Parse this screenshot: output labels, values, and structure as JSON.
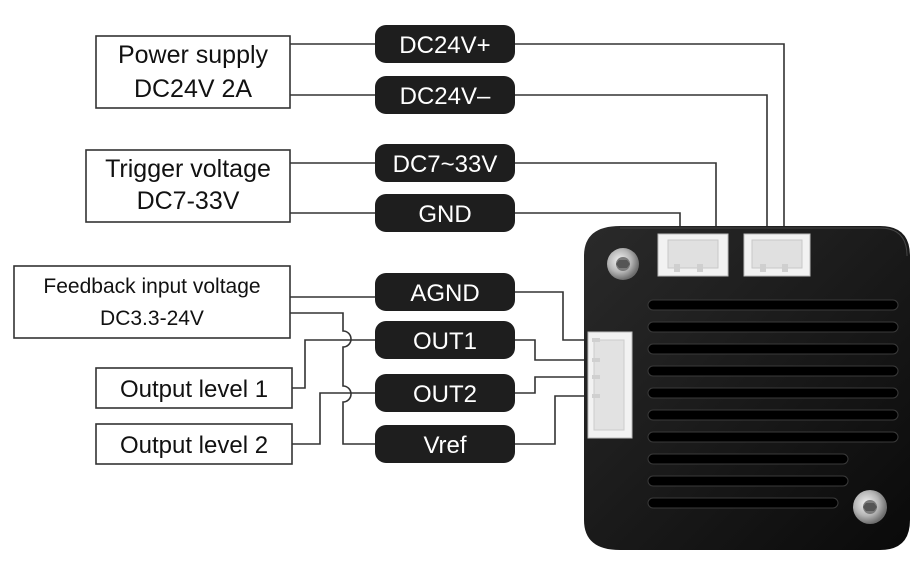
{
  "source_boxes": {
    "power_supply": {
      "line1": "Power supply",
      "line2": "DC24V 2A"
    },
    "trigger_voltage": {
      "line1": "Trigger voltage",
      "line2": "DC7-33V"
    },
    "feedback_input": {
      "line1": "Feedback input voltage",
      "line2": "DC3.3-24V"
    },
    "output_level_1": {
      "label": "Output level 1"
    },
    "output_level_2": {
      "label": "Output level 2"
    }
  },
  "pins": {
    "dc24v_plus": "DC24V+",
    "dc24v_minus": "DC24V–",
    "dc7_33v": "DC7~33V",
    "gnd": "GND",
    "agnd": "AGND",
    "out1": "OUT1",
    "out2": "OUT2",
    "vref": "Vref"
  },
  "colors": {
    "pill": "#1e1e1e",
    "module_body": "#111111",
    "connector": "#f2f2f2",
    "wire": "#333333"
  }
}
